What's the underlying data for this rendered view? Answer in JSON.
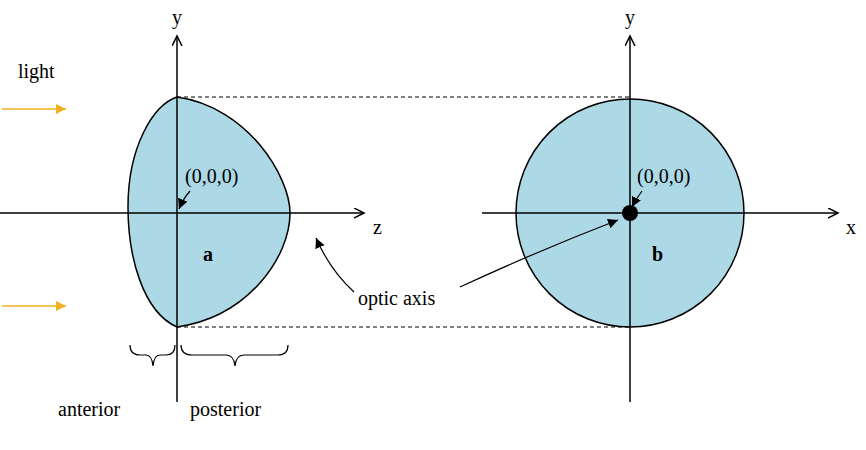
{
  "diagram": {
    "nodes": [
      {
        "text": [
          "(0,0,0)",
          "a"
        ]
      },
      {
        "text": [
          "(0,0,0)",
          "b"
        ]
      }
    ],
    "labels": [
      "y",
      "light",
      "z",
      "optic axis",
      "anterior",
      "posterior",
      "y",
      "x"
    ]
  }
}
